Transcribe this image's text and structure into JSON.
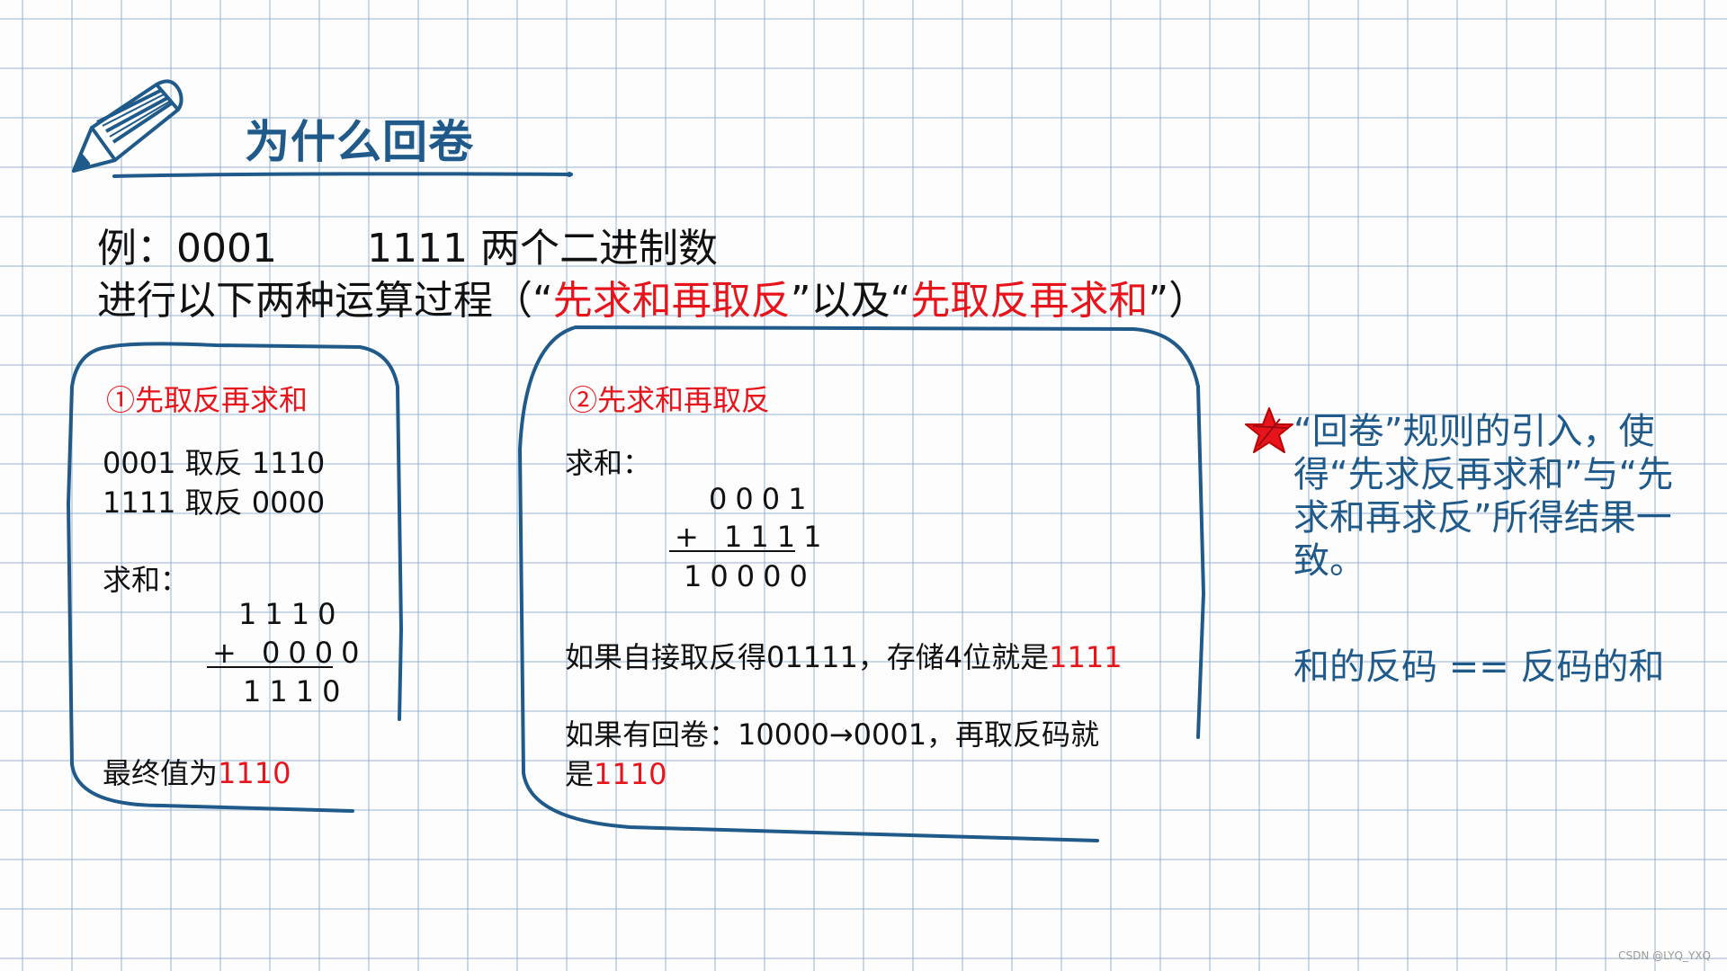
{
  "title": "为什么回卷",
  "intro": {
    "line1_prefix": "例：0001",
    "line1_suffix": "1111 两个二进制数",
    "line2_prefix": "进行以下两种运算过程（“",
    "line2_red1": "先求和再取反",
    "line2_mid": "”以及“",
    "line2_red2": "先取反再求和",
    "line2_suffix": "”）"
  },
  "box1": {
    "title": "①先取反再求和",
    "neg1": "0001 取反  1110",
    "neg2": "1111 取反  0000",
    "sum_label": "求和：",
    "addend1": "1110",
    "addend2": "+ 0000",
    "result": "1110",
    "final_prefix": "最终值为",
    "final_value": "1110"
  },
  "box2": {
    "title": "②先求和再取反",
    "sum_label": "求和：",
    "addend1": "0001",
    "addend2": "+ 1111",
    "result": "10000",
    "line1_prefix": "如果自接取反得01111，存储4位就是",
    "line1_value": "1111",
    "line2": "如果有回卷：10000→0001，再取反码就",
    "line3_prefix": "是",
    "line3_value": "1110"
  },
  "note": {
    "text": "“回卷”规则的引入，使得“先求反再求和”与“先求和再求反”所得结果一致。",
    "formula": "和的反码 == 反码的和"
  },
  "watermark": "CSDN @LYQ_YXQ",
  "colors": {
    "accent": "#1f5a8a",
    "highlight": "#e8141c",
    "grid": "#8caacd"
  },
  "icons": [
    "pencil-icon",
    "star-icon"
  ]
}
